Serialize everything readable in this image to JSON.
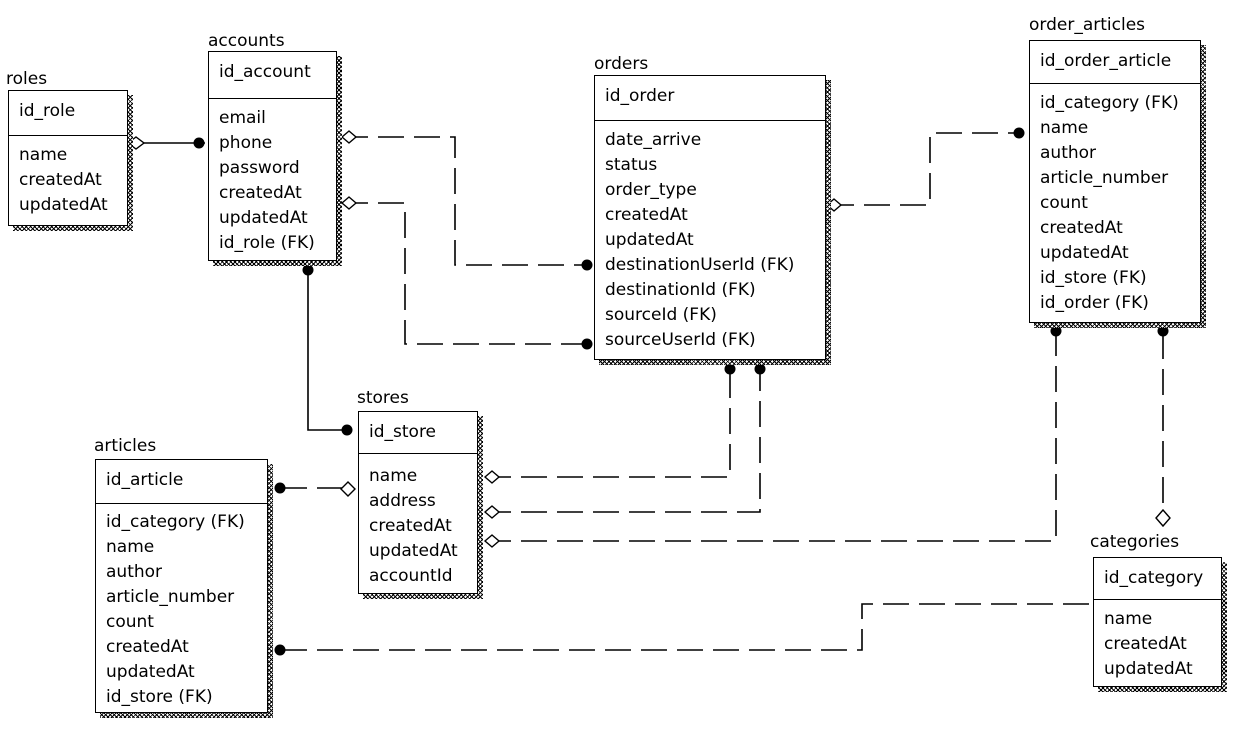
{
  "entities": {
    "roles": {
      "name": "roles",
      "pk": "id_role",
      "attributes": [
        "name",
        "createdAt",
        "updatedAt"
      ]
    },
    "accounts": {
      "name": "accounts",
      "pk": "id_account",
      "attributes": [
        "email",
        "phone",
        "password",
        "createdAt",
        "updatedAt",
        "id_role (FK)"
      ]
    },
    "orders": {
      "name": "orders",
      "pk": "id_order",
      "attributes": [
        "date_arrive",
        "status",
        "order_type",
        "createdAt",
        "updatedAt",
        "destinationUserId (FK)",
        "destinationId (FK)",
        "sourceId (FK)",
        "sourceUserId (FK)"
      ]
    },
    "order_articles": {
      "name": "order_articles",
      "pk": "id_order_article",
      "attributes": [
        "id_category (FK)",
        "name",
        "author",
        "article_number",
        "count",
        "createdAt",
        "updatedAt",
        "id_store (FK)",
        "id_order (FK)"
      ]
    },
    "stores": {
      "name": "stores",
      "pk": "id_store",
      "attributes": [
        "name",
        "address",
        "createdAt",
        "updatedAt",
        "accountId"
      ]
    },
    "articles": {
      "name": "articles",
      "pk": "id_article",
      "attributes": [
        "id_category (FK)",
        "name",
        "author",
        "article_number",
        "count",
        "createdAt",
        "updatedAt",
        "id_store (FK)"
      ]
    },
    "categories": {
      "name": "categories",
      "pk": "id_category",
      "attributes": [
        "name",
        "createdAt",
        "updatedAt"
      ]
    }
  },
  "relationships": [
    {
      "from": "roles",
      "to": "accounts",
      "style": "solid"
    },
    {
      "from": "accounts",
      "to": "orders",
      "style": "dashed",
      "via": "destinationUserId (FK)"
    },
    {
      "from": "accounts",
      "to": "orders",
      "style": "dashed",
      "via": "sourceUserId (FK)"
    },
    {
      "from": "accounts",
      "to": "stores",
      "style": "solid"
    },
    {
      "from": "orders",
      "to": "order_articles",
      "style": "dashed",
      "via": "id_order (FK)"
    },
    {
      "from": "stores",
      "to": "orders",
      "style": "dashed",
      "via": "destinationId (FK)"
    },
    {
      "from": "stores",
      "to": "orders",
      "style": "dashed",
      "via": "sourceId (FK)"
    },
    {
      "from": "stores",
      "to": "order_articles",
      "style": "dashed",
      "via": "id_store (FK)"
    },
    {
      "from": "stores",
      "to": "articles",
      "style": "dashed",
      "via": "id_store (FK)"
    },
    {
      "from": "categories",
      "to": "order_articles",
      "style": "dashed",
      "via": "id_category (FK)"
    },
    {
      "from": "categories",
      "to": "articles",
      "style": "dashed",
      "via": "id_category (FK)"
    }
  ]
}
